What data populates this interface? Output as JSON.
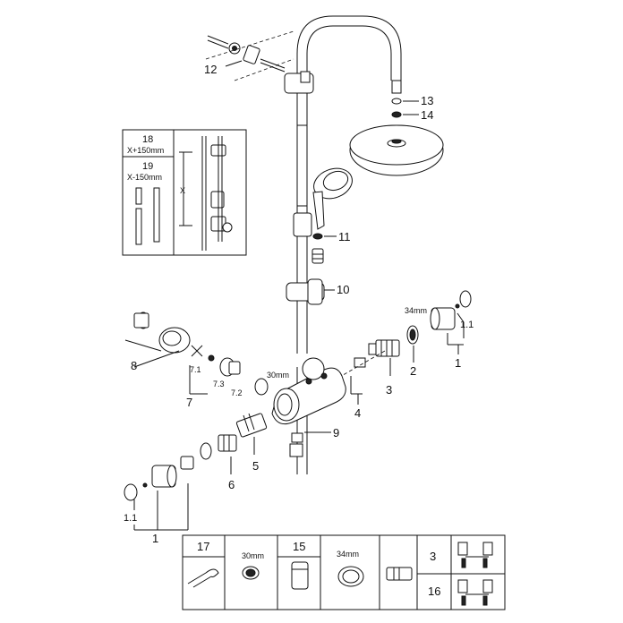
{
  "callouts": {
    "c1_top": "1",
    "c1_1_top": "1.1",
    "c2": "2",
    "c3": "3",
    "c4": "4",
    "c5": "5",
    "c6": "6",
    "c7": "7",
    "c7_1": "7.1",
    "c7_2": "7.2",
    "c7_3": "7.3",
    "c8": "8",
    "c9": "9",
    "c10": "10",
    "c11": "11",
    "c12": "12",
    "c13": "13",
    "c14": "14",
    "c1_bottom": "1",
    "c1_1_bottom": "1.1"
  },
  "dimensions": {
    "wrench_34_top": "34mm",
    "wrench_30_mid": "30mm"
  },
  "inset": {
    "ref18": "18",
    "ref18_text": "X+150mm",
    "ref19": "19",
    "ref19_text": "X-150mm",
    "x_label": "X"
  },
  "bottom_table": {
    "cell1_ref": "17",
    "cell2_dim": "30mm",
    "cell3_ref": "15",
    "cell4_dim": "34mm",
    "cell6_ref_top": "3",
    "cell6_ref_bottom": "16"
  }
}
